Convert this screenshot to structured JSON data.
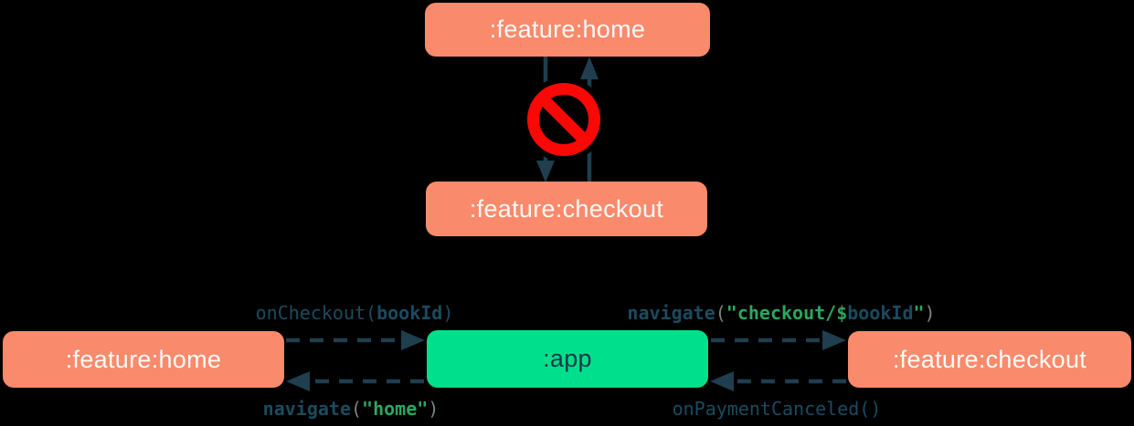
{
  "colors": {
    "bg": "#000000",
    "salmon": "#fa8a6c",
    "boxText": "#fef9f6",
    "appGreen": "#00df8b",
    "appText": "#14384a",
    "arrowNavy": "#1f3e4e",
    "codeNavy": "#1b4b5f",
    "codeGreen": "#2aa75f",
    "codeGray": "#7a8585",
    "banRed": "#f90805"
  },
  "top_diagram": {
    "home_label": ":feature:home",
    "checkout_label": ":feature:checkout",
    "forbidden_icon": "no-entry-sign",
    "arrows": [
      {
        "from": ":feature:home",
        "to": ":feature:checkout",
        "style": "solid"
      },
      {
        "from": ":feature:checkout",
        "to": ":feature:home",
        "style": "solid"
      }
    ]
  },
  "bottom_diagram": {
    "home_label": ":feature:home",
    "app_label": ":app",
    "checkout_label": ":feature:checkout",
    "arrows": [
      {
        "from": ":feature:home",
        "to": ":app",
        "style": "dashed",
        "label": "onCheckout(bookId)"
      },
      {
        "from": ":app",
        "to": ":feature:home",
        "style": "dashed",
        "label": "navigate(\"home\")"
      },
      {
        "from": ":app",
        "to": ":feature:checkout",
        "style": "dashed",
        "label": "navigate(\"checkout/$bookId\")"
      },
      {
        "from": ":feature:checkout",
        "to": ":app",
        "style": "dashed",
        "label": "onPaymentCanceled()"
      }
    ],
    "on_checkout": {
      "fn": "onCheckout",
      "open": "(",
      "arg": "bookId",
      "close": ")"
    },
    "navigate_checkout": {
      "fn": "navigate",
      "open": "(",
      "str_open": "\"checkout/",
      "interp": "$",
      "variable": "bookId",
      "str_close": "\"",
      "close": ")"
    },
    "navigate_home": {
      "fn": "navigate",
      "open": "(",
      "str": "\"home\"",
      "close": ")"
    },
    "on_payment_canceled": {
      "fn": "onPaymentCanceled",
      "open": "(",
      "close": ")"
    }
  }
}
